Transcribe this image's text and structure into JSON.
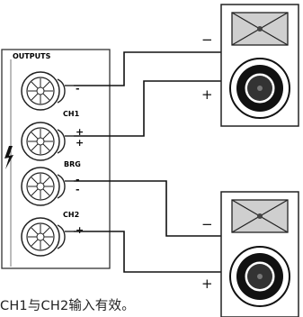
{
  "panel": {
    "title": "OUTPUTS",
    "channel_1": "CH1",
    "bridge": "BRG",
    "channel_2": "CH2"
  },
  "terminal_marks": {
    "terminal_1_top": "-",
    "terminal_1_bottom": "+",
    "terminal_2_top": "+",
    "terminal_2_bottom": "+",
    "terminal_3_top": "-",
    "terminal_3_bottom": "-",
    "terminal_4": "+"
  },
  "speaker_marks": {
    "speaker_1_minus": "−",
    "speaker_1_plus": "+",
    "speaker_2_minus": "−",
    "speaker_2_plus": "+"
  },
  "caption": "CH1与CH2输入有效。",
  "hazard_icon": "lightning-bolt-icon"
}
